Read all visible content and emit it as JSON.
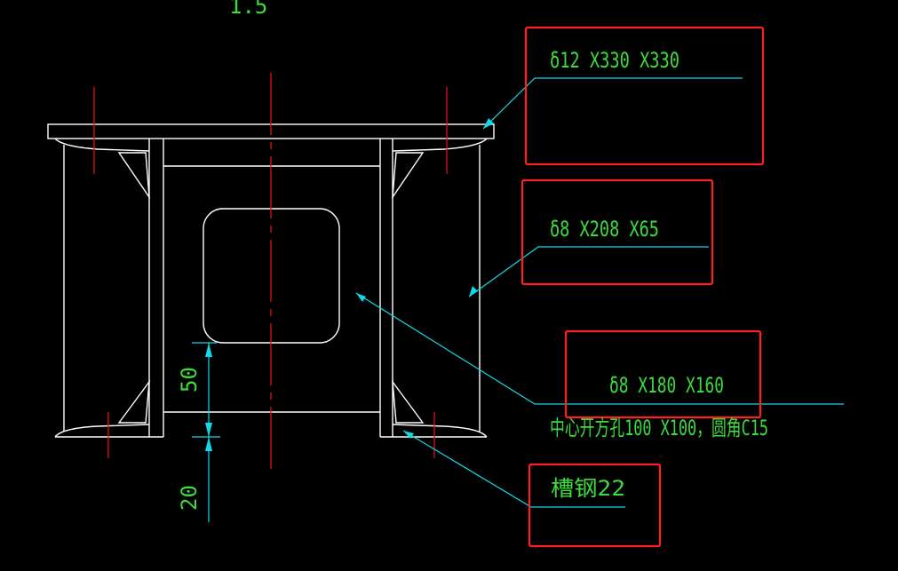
{
  "colors": {
    "background": "#000000",
    "outline": "#ffffff",
    "center_line": "#e01010",
    "leader": "#12d8e8",
    "text": "#3cdc3c",
    "highlight_box": "#ff2020"
  },
  "drawing": {
    "top_fragment": "1.5",
    "callouts": {
      "top_plate": "δ12 X330 X330",
      "side_plate": "δ8 X208 X65",
      "web_plate": "δ8 X180 X160",
      "opening_note": "中心开方孔100 X100，圆角C15",
      "channel": "槽钢22"
    },
    "dimensions": {
      "dim_upper": "50",
      "dim_lower": "20"
    }
  }
}
